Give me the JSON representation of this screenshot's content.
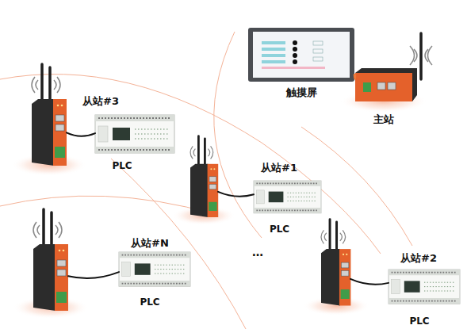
{
  "diagram": {
    "nodes": [
      {
        "text": [
          "触摸屏"
        ]
      },
      {
        "text": [
          "主站"
        ]
      },
      {
        "text": [
          "从站#3"
        ]
      },
      {
        "text": [
          "PLC"
        ]
      },
      {
        "text": [
          "从站#1"
        ]
      },
      {
        "text": [
          "PLC"
        ]
      },
      {
        "text": [
          "从站#N"
        ]
      },
      {
        "text": [
          "PLC"
        ]
      },
      {
        "text": [
          "从站#2"
        ]
      },
      {
        "text": [
          "PLC"
        ]
      }
    ],
    "edges": [
      {
        "from": 0,
        "to": 1,
        "arrow": "none"
      },
      {
        "from": 2,
        "to": 3,
        "arrow": "none"
      },
      {
        "from": 4,
        "to": 5,
        "arrow": "none"
      },
      {
        "from": 6,
        "to": 7,
        "arrow": "none"
      },
      {
        "from": 8,
        "to": 9,
        "arrow": "none"
      }
    ],
    "labels": [
      "…"
    ]
  }
}
